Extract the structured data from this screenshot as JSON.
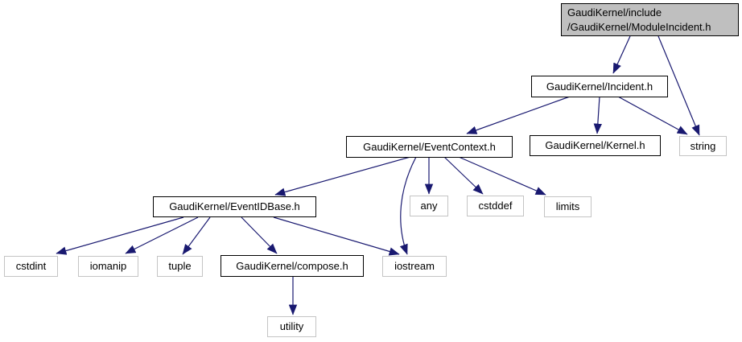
{
  "diagram": {
    "kind": "include-dependency-graph",
    "colors": {
      "background": "#ffffff",
      "edge": "#191970",
      "project_node_border": "#000000",
      "external_node_border": "#c4c4c4",
      "node_fill": "#ffffff",
      "root_node_fill": "#bfbfbf",
      "text": "#000000"
    },
    "nodes": {
      "module_incident": {
        "label": "GaudiKernel/include\n/GaudiKernel/ModuleIncident.h",
        "kind": "root"
      },
      "incident": {
        "label": "GaudiKernel/Incident.h",
        "kind": "project"
      },
      "event_context": {
        "label": "GaudiKernel/EventContext.h",
        "kind": "project"
      },
      "kernel": {
        "label": "GaudiKernel/Kernel.h",
        "kind": "project"
      },
      "string": {
        "label": "string",
        "kind": "external"
      },
      "event_id_base": {
        "label": "GaudiKernel/EventIDBase.h",
        "kind": "project"
      },
      "any": {
        "label": "any",
        "kind": "external"
      },
      "cstddef": {
        "label": "cstddef",
        "kind": "external"
      },
      "limits": {
        "label": "limits",
        "kind": "external"
      },
      "cstdint": {
        "label": "cstdint",
        "kind": "external"
      },
      "iomanip": {
        "label": "iomanip",
        "kind": "external"
      },
      "tuple": {
        "label": "tuple",
        "kind": "external"
      },
      "compose": {
        "label": "GaudiKernel/compose.h",
        "kind": "project"
      },
      "iostream": {
        "label": "iostream",
        "kind": "external"
      },
      "utility": {
        "label": "utility",
        "kind": "external"
      }
    },
    "edges": [
      {
        "from": "module_incident",
        "to": "incident"
      },
      {
        "from": "module_incident",
        "to": "string"
      },
      {
        "from": "incident",
        "to": "event_context"
      },
      {
        "from": "incident",
        "to": "kernel"
      },
      {
        "from": "incident",
        "to": "string"
      },
      {
        "from": "event_context",
        "to": "event_id_base"
      },
      {
        "from": "event_context",
        "to": "any"
      },
      {
        "from": "event_context",
        "to": "cstddef"
      },
      {
        "from": "event_context",
        "to": "limits"
      },
      {
        "from": "event_context",
        "to": "iostream"
      },
      {
        "from": "event_id_base",
        "to": "cstdint"
      },
      {
        "from": "event_id_base",
        "to": "iomanip"
      },
      {
        "from": "event_id_base",
        "to": "tuple"
      },
      {
        "from": "event_id_base",
        "to": "compose"
      },
      {
        "from": "event_id_base",
        "to": "iostream"
      },
      {
        "from": "compose",
        "to": "utility"
      }
    ]
  }
}
